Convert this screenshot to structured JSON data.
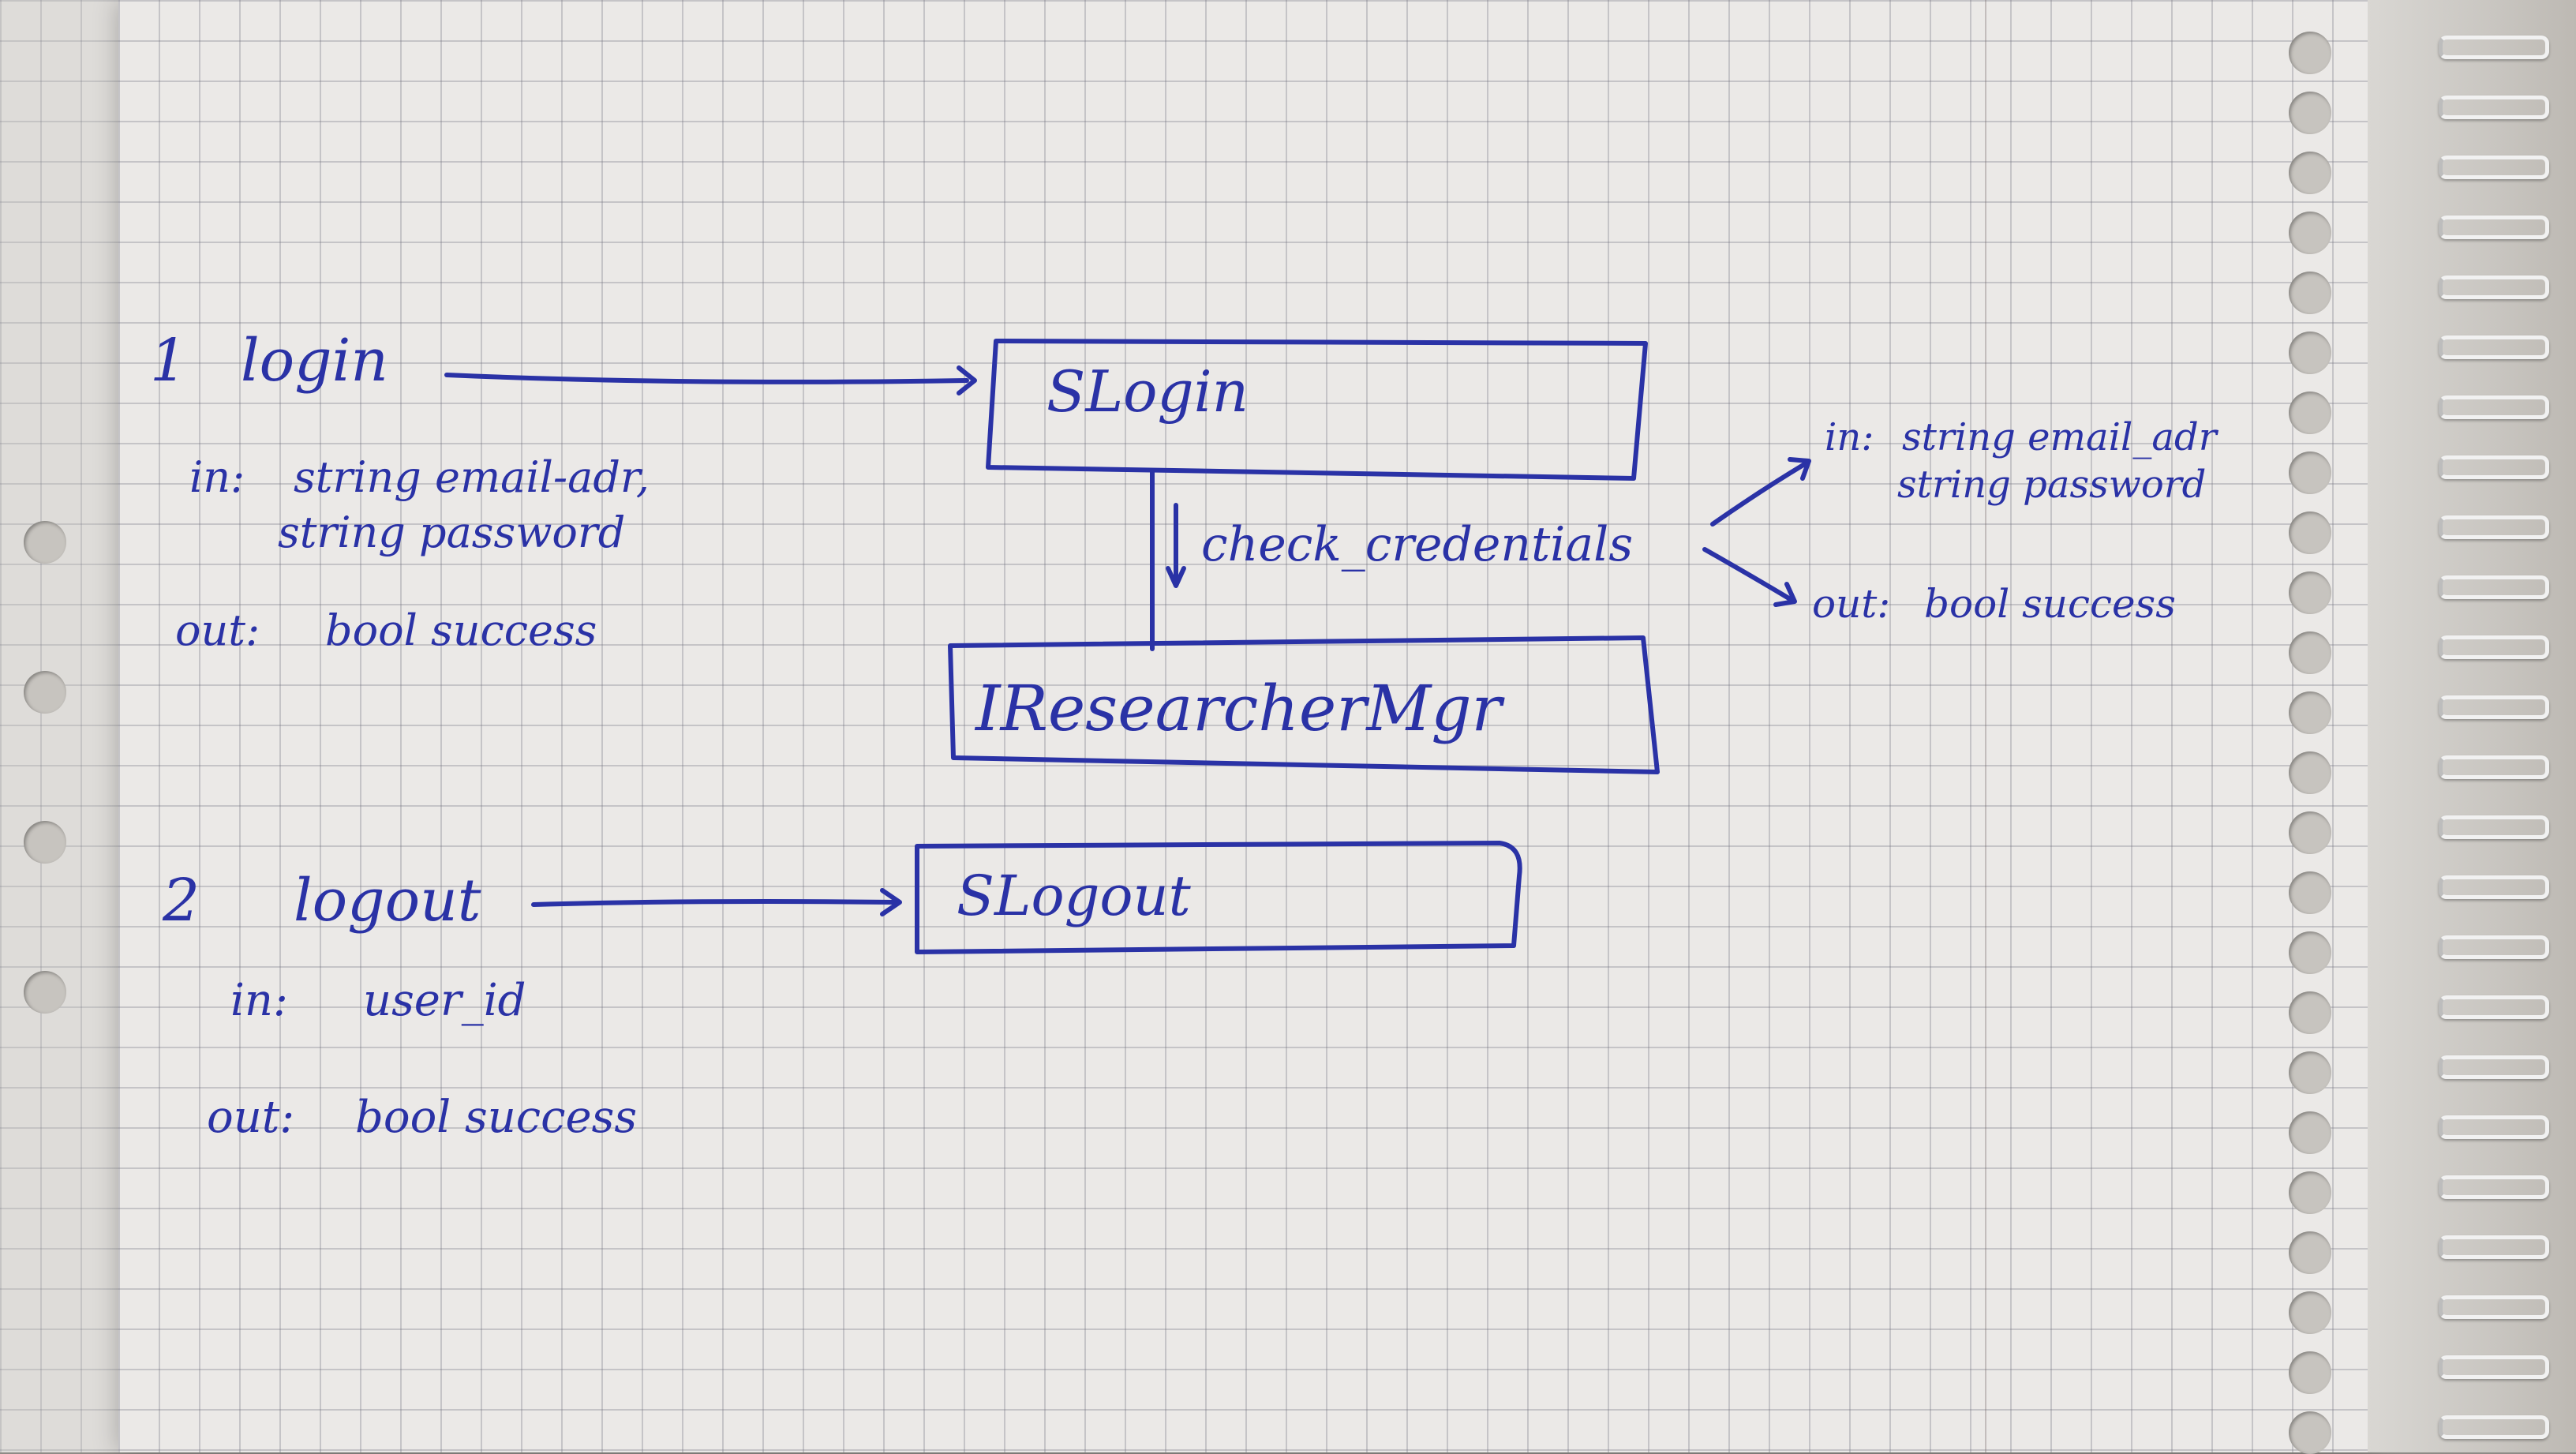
{
  "colors": {
    "ink": "#2a32a6",
    "paper": "#ebe9e7",
    "grid": "#a0a0b0"
  },
  "use_cases": [
    {
      "number": "1",
      "name": "login",
      "input_label": "in:",
      "input_params": [
        "string email-adr,",
        "string password"
      ],
      "output_label": "out:",
      "output": "bool success",
      "interface": "SLogin"
    },
    {
      "number": "2",
      "name": "logout",
      "input_label": "in:",
      "input_params": [
        "user_id"
      ],
      "output_label": "out:",
      "output": "bool success",
      "interface": "SLogout"
    }
  ],
  "researcher_manager": "IResearcherMgr",
  "operation": {
    "name": "check_credentials",
    "input_label": "in:",
    "input_params": [
      "string email_adr",
      "string password"
    ],
    "output_label": "out:",
    "output": "bool success"
  }
}
